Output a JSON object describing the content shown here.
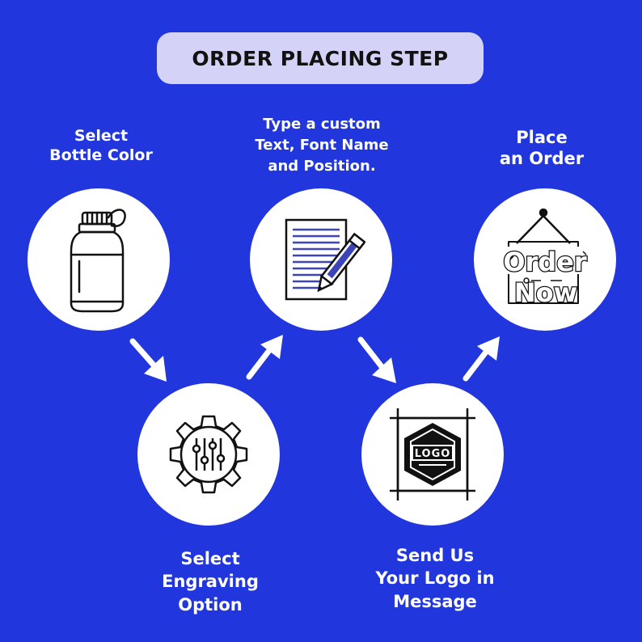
{
  "title": "ORDER PLACING STEP",
  "colors": {
    "background": "#2136DC",
    "title_pill": "#D4D3F7",
    "circle": "#FFFFFF",
    "accent": "#3B45B8"
  },
  "steps": [
    {
      "lines": [
        "Select",
        "Bottle Color"
      ],
      "icon": "water-bottle-icon"
    },
    {
      "lines": [
        "Select",
        "Engraving",
        "Option"
      ],
      "icon": "settings-gear-sliders-icon"
    },
    {
      "lines": [
        "Type a custom",
        "Text, Font Name",
        "and Position."
      ],
      "icon": "document-pencil-icon"
    },
    {
      "lines": [
        "Send Us",
        "Your Logo in",
        "Message"
      ],
      "icon": "logo-hexagon-icon"
    },
    {
      "lines": [
        "Place",
        "an Order"
      ],
      "icon": "order-now-sign-icon"
    }
  ],
  "logo_icon_text": "LOGO",
  "sign_text": {
    "line1": "Order",
    "line2": "Now"
  }
}
